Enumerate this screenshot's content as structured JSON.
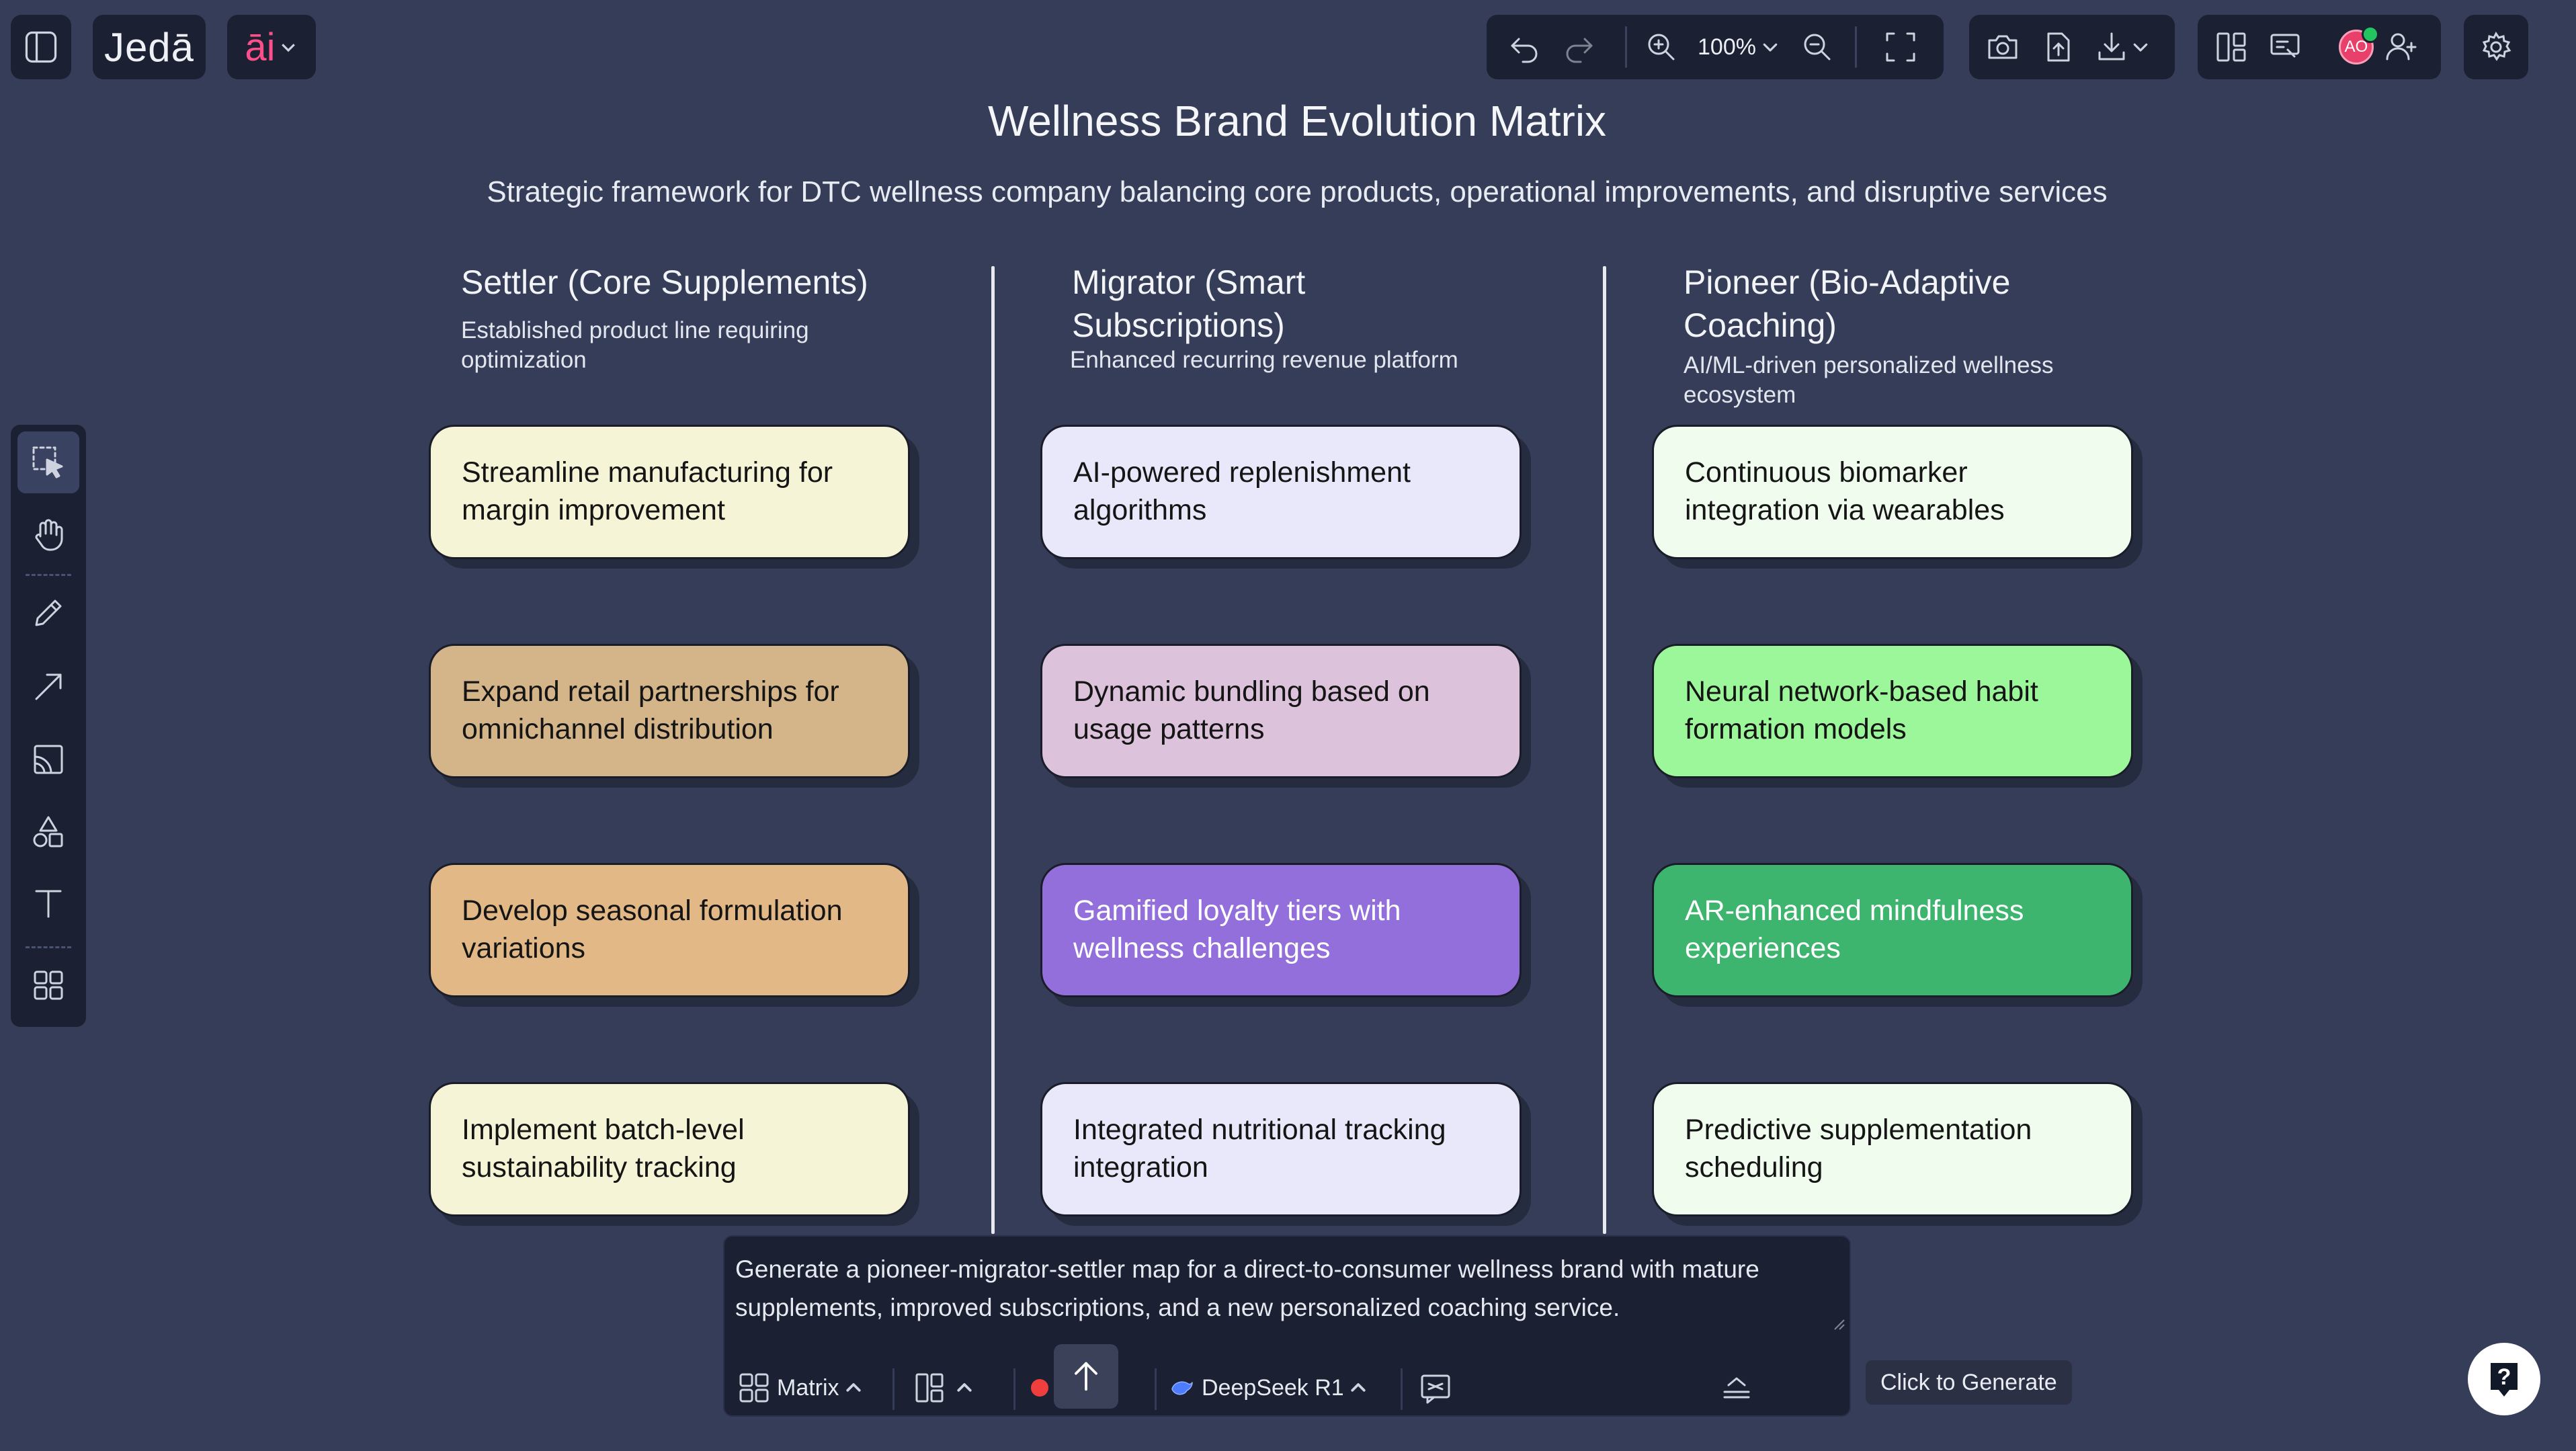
{
  "app": {
    "logo_text": "Jedā",
    "ai_label": "āi"
  },
  "toolbar": {
    "zoom_level": "100%"
  },
  "user": {
    "avatar_initials": "AO",
    "online_color": "#22c55e",
    "avatar_color": "#e9406b"
  },
  "canvas": {
    "title": "Wellness Brand Evolution Matrix",
    "subtitle": "Strategic framework for DTC wellness company balancing core products, operational improvements, and disruptive services",
    "columns": [
      {
        "heading_lines": [
          "Settler (Core Supplements)"
        ],
        "subtitle_lines": [
          "Established product line requiring",
          "optimization"
        ],
        "cards": [
          {
            "lines": [
              "Streamline manufacturing for",
              "margin improvement"
            ],
            "color": "#f6f4d6"
          },
          {
            "lines": [
              "Expand retail partnerships for",
              "omnichannel distribution"
            ],
            "color": "#d4b58a"
          },
          {
            "lines": [
              "Develop seasonal formulation",
              "variations"
            ],
            "color": "#e2b986"
          },
          {
            "lines": [
              "Implement batch-level",
              "sustainability tracking"
            ],
            "color": "#f6f4d6"
          }
        ]
      },
      {
        "heading_lines": [
          "Migrator (Smart",
          "Subscriptions)"
        ],
        "subtitle_lines": [
          "Enhanced recurring revenue platform"
        ],
        "cards": [
          {
            "lines": [
              "AI-powered replenishment",
              "algorithms"
            ],
            "color": "#e9e8fb"
          },
          {
            "lines": [
              "Dynamic bundling based on",
              "usage patterns"
            ],
            "color": "#dcc2da"
          },
          {
            "lines": [
              "Gamified loyalty tiers with",
              "wellness challenges"
            ],
            "color": "#936fdc"
          },
          {
            "lines": [
              "Integrated nutritional tracking",
              "integration"
            ],
            "color": "#e9e8fb"
          }
        ]
      },
      {
        "heading_lines": [
          "Pioneer (Bio-Adaptive",
          "Coaching)"
        ],
        "subtitle_lines": [
          "AI/ML-driven personalized wellness",
          "ecosystem"
        ],
        "cards": [
          {
            "lines": [
              "Continuous biomarker",
              "integration via wearables"
            ],
            "color": "#effcee"
          },
          {
            "lines": [
              "Neural network-based habit",
              "formation models"
            ],
            "color": "#9cf79a"
          },
          {
            "lines": [
              "AR-enhanced mindfulness",
              "experiences"
            ],
            "color": "#3db56e"
          },
          {
            "lines": [
              "Predictive supplementation",
              "scheduling"
            ],
            "color": "#effcee"
          }
        ]
      }
    ]
  },
  "prompt": {
    "text_lines": [
      "Generate a pioneer-migrator-settler map for a direct-to-consumer wellness brand with mature",
      "supplements, improved subscriptions, and a new personalized coaching service."
    ],
    "template_label": "Matrix",
    "model_label": "DeepSeek R1",
    "tooltip": "Click to Generate"
  }
}
